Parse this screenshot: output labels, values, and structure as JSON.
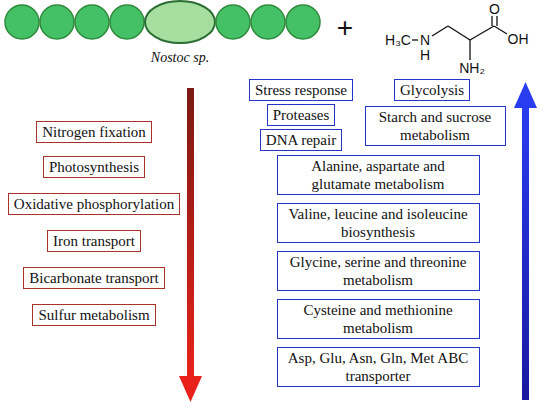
{
  "diagram": {
    "nodes": [
      {
        "text": [
          "Nitrogen fixation"
        ]
      },
      {
        "text": [
          "Photosynthesis"
        ]
      },
      {
        "text": [
          "Oxidative phosphorylation"
        ]
      },
      {
        "text": [
          "Iron transport"
        ]
      },
      {
        "text": [
          "Bicarbonate transport"
        ]
      },
      {
        "text": [
          "Sulfur metabolism"
        ]
      },
      {
        "text": [
          "Stress response"
        ]
      },
      {
        "text": [
          "Proteases"
        ]
      },
      {
        "text": [
          "DNA repair"
        ]
      },
      {
        "text": [
          "Glycolysis"
        ]
      },
      {
        "text": [
          "Starch and sucrose metabolism"
        ]
      },
      {
        "text": [
          "Alanine, aspartate and glutamate metabolism"
        ]
      },
      {
        "text": [
          "Valine, leucine and isoleucine biosynthesis"
        ]
      },
      {
        "text": [
          "Glycine, serine and threonine metabolism"
        ]
      },
      {
        "text": [
          "Cysteine and methionine metabolism"
        ]
      },
      {
        "text": [
          "Asp, Glu, Asn, Gln, Met ABC transporter"
        ]
      }
    ],
    "labels": [
      "Nostoc sp.",
      "+",
      "H₃C",
      "N",
      "H",
      "NH₂",
      "OH",
      "O"
    ]
  }
}
